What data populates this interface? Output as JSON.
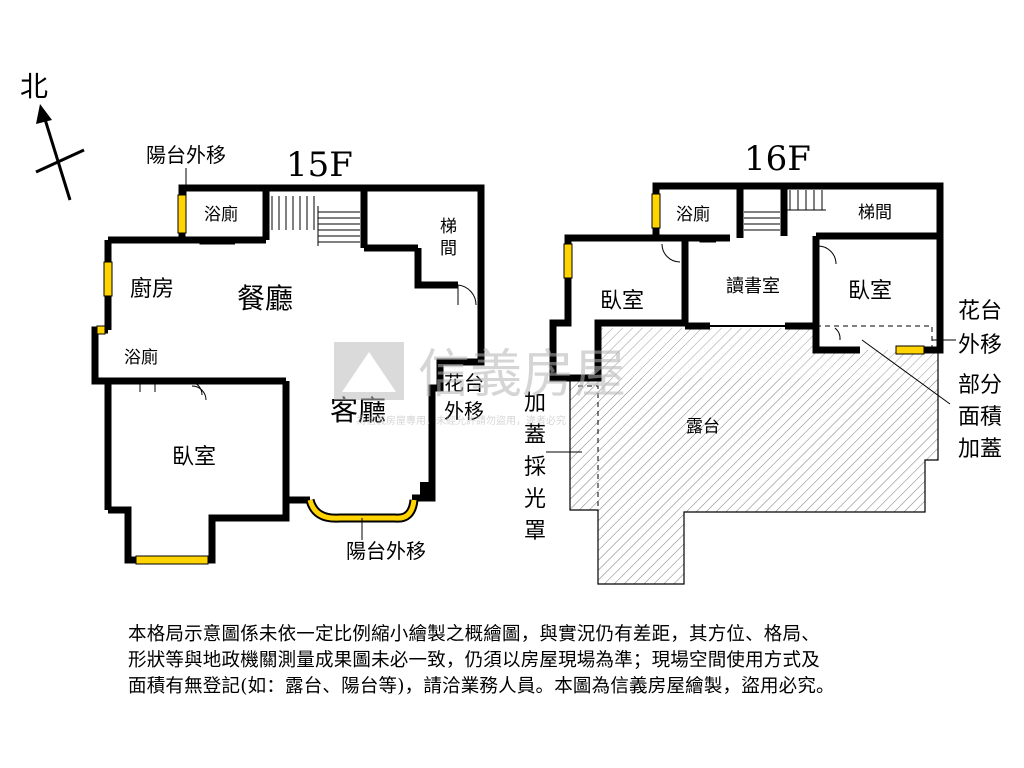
{
  "compass": {
    "label": "北"
  },
  "floor15": {
    "title": "15F",
    "rooms": {
      "bath_top": "浴廁",
      "bath_left": "浴廁",
      "kitchen": "廚房",
      "dining": "餐廳",
      "stair": "梯\n間",
      "living": "客廳",
      "bedroom": "臥室"
    },
    "notes": {
      "balcony_top": "陽台外移",
      "balcony_bottom": "陽台外移",
      "flower_stand": "花台\n外移"
    }
  },
  "floor16": {
    "title": "16F",
    "rooms": {
      "bath": "浴廁",
      "stair": "梯間",
      "bedroom_left": "臥室",
      "study": "讀書室",
      "bedroom_right": "臥室",
      "terrace": "露台"
    },
    "notes": {
      "flower_stand": "花台\n外移",
      "partial_area": "部分\n面積\n加蓋",
      "skylight": "加\n蓋\n採\n光\n罩"
    }
  },
  "watermark": {
    "brand": "信義房屋",
    "small": "為信義房屋專用，未經允許請勿盜用，違者必究"
  },
  "disclaimer": {
    "line1": "本格局示意圖係未依一定比例縮小繪製之概繪圖，與實況仍有差距，其方位、格局、",
    "line2": "形狀等與地政機關測量成果圖未必一致，仍須以房屋現場為準；現場空間使用方式及",
    "line3": "面積有無登記(如：露台、陽台等)，請洽業務人員。本圖為信義房屋繪製，盜用必究。"
  },
  "colors": {
    "wall": "#000000",
    "window": "#ffd400",
    "hatch": "#9a9a9a",
    "watermark": "#c8c8c8"
  }
}
